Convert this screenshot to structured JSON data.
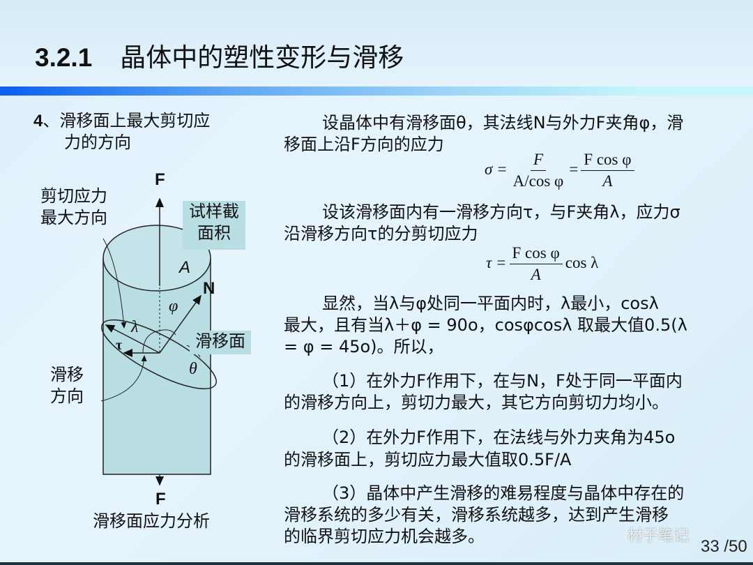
{
  "header": {
    "number": "3.2.1",
    "title": "晶体中的塑性变形与滑移"
  },
  "heading": {
    "num": "4",
    "line1": "、滑移面上最大剪切应",
    "line2": "力的方向"
  },
  "diagram": {
    "force_top": "F",
    "force_bottom": "F",
    "label_shear_max_1": "剪切应力",
    "label_shear_max_2": "最大方向",
    "label_section_1": "试样截",
    "label_section_2": "面积",
    "area": "A",
    "normal": "N",
    "phi": "φ",
    "lambda": "λ",
    "tau": "τ",
    "theta": "θ",
    "slip_plane": "滑移面",
    "slip_dir_1": "滑移",
    "slip_dir_2": "方向",
    "caption": "滑移面应力分析",
    "fill_color": "#b8dde3"
  },
  "body": {
    "lines": [
      "设晶体中有滑移面θ，其法线N与外力F夹角φ，滑",
      "移面上沿F方向的应力",
      "设该滑移面内有一滑移方向τ，与F夹角λ，应力σ",
      "沿滑移方向τ的分剪切应力",
      "显然，当λ与φ处同一平面内时，λ最小，cosλ",
      "最大，且有当λ＋φ = 90o，cosφcosλ 取最大值0.5(λ",
      "= φ = 45o)。所以，",
      "（1）在外力F作用下，在与N，F处于同一平面内",
      "的滑移方向上，剪切力最大，其它方向剪切力均小。",
      "（2）在外力F作用下，在法线与外力夹角为45o",
      "的滑移面上，剪切应力最大值取0.5F/A",
      "（3）晶体中产生滑移的难易程度与晶体中存在的",
      "滑移系统的多少有关，滑移系统越多，达到产生滑移",
      "的临界剪切应力机会越多。"
    ],
    "formula1": {
      "lhs": "σ =",
      "n1": "F",
      "d1": "A/cos φ",
      "eq": "=",
      "n2": "F cos φ",
      "d2": "A"
    },
    "formula2": {
      "lhs": "τ =",
      "n": "F cos φ",
      "d": "A",
      "tail": "cos λ"
    }
  },
  "footer": {
    "page": "33 /50",
    "watermark": "材子笔记"
  }
}
